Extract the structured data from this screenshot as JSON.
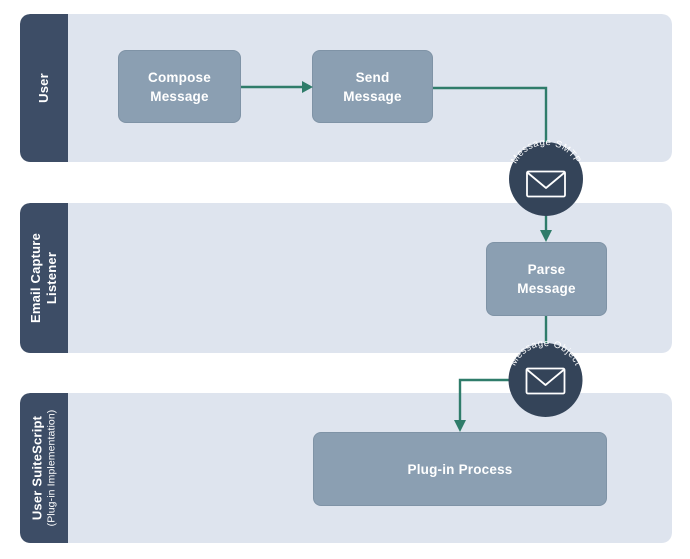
{
  "diagram": {
    "type": "swimlane-flow",
    "lanes": [
      {
        "label": "User"
      },
      {
        "label": "Email Capture Listener"
      },
      {
        "label": "User SuiteScript",
        "sublabel": "(Plug-in Implementation)"
      }
    ],
    "nodes": [
      {
        "label": "Compose Message",
        "lane": "User"
      },
      {
        "label": "Send Message",
        "lane": "User"
      },
      {
        "label": "Parse Message",
        "lane": "Email Capture Listener"
      },
      {
        "label": "Plug-in Process",
        "lane": "User SuiteScript (Plug-in Implementation)"
      }
    ],
    "badges": [
      {
        "label": "Message SMTP",
        "icon": "envelope-icon"
      },
      {
        "label": "Message Object",
        "icon": "envelope-icon"
      }
    ],
    "flow": [
      {
        "from": "Compose Message",
        "to": "Send Message"
      },
      {
        "from": "Send Message",
        "to": "Parse Message",
        "via": "Message SMTP"
      },
      {
        "from": "Parse Message",
        "to": "Plug-in Process",
        "via": "Message Object"
      }
    ],
    "colors": {
      "lane_strip": "#3D4D66",
      "lane_body": "#DEE4EE",
      "node_fill": "#8B9FB2",
      "badge_fill": "#344459",
      "connector": "#2F7C6A",
      "text": "#FFFFFF",
      "background": "#FFFFFF"
    }
  }
}
